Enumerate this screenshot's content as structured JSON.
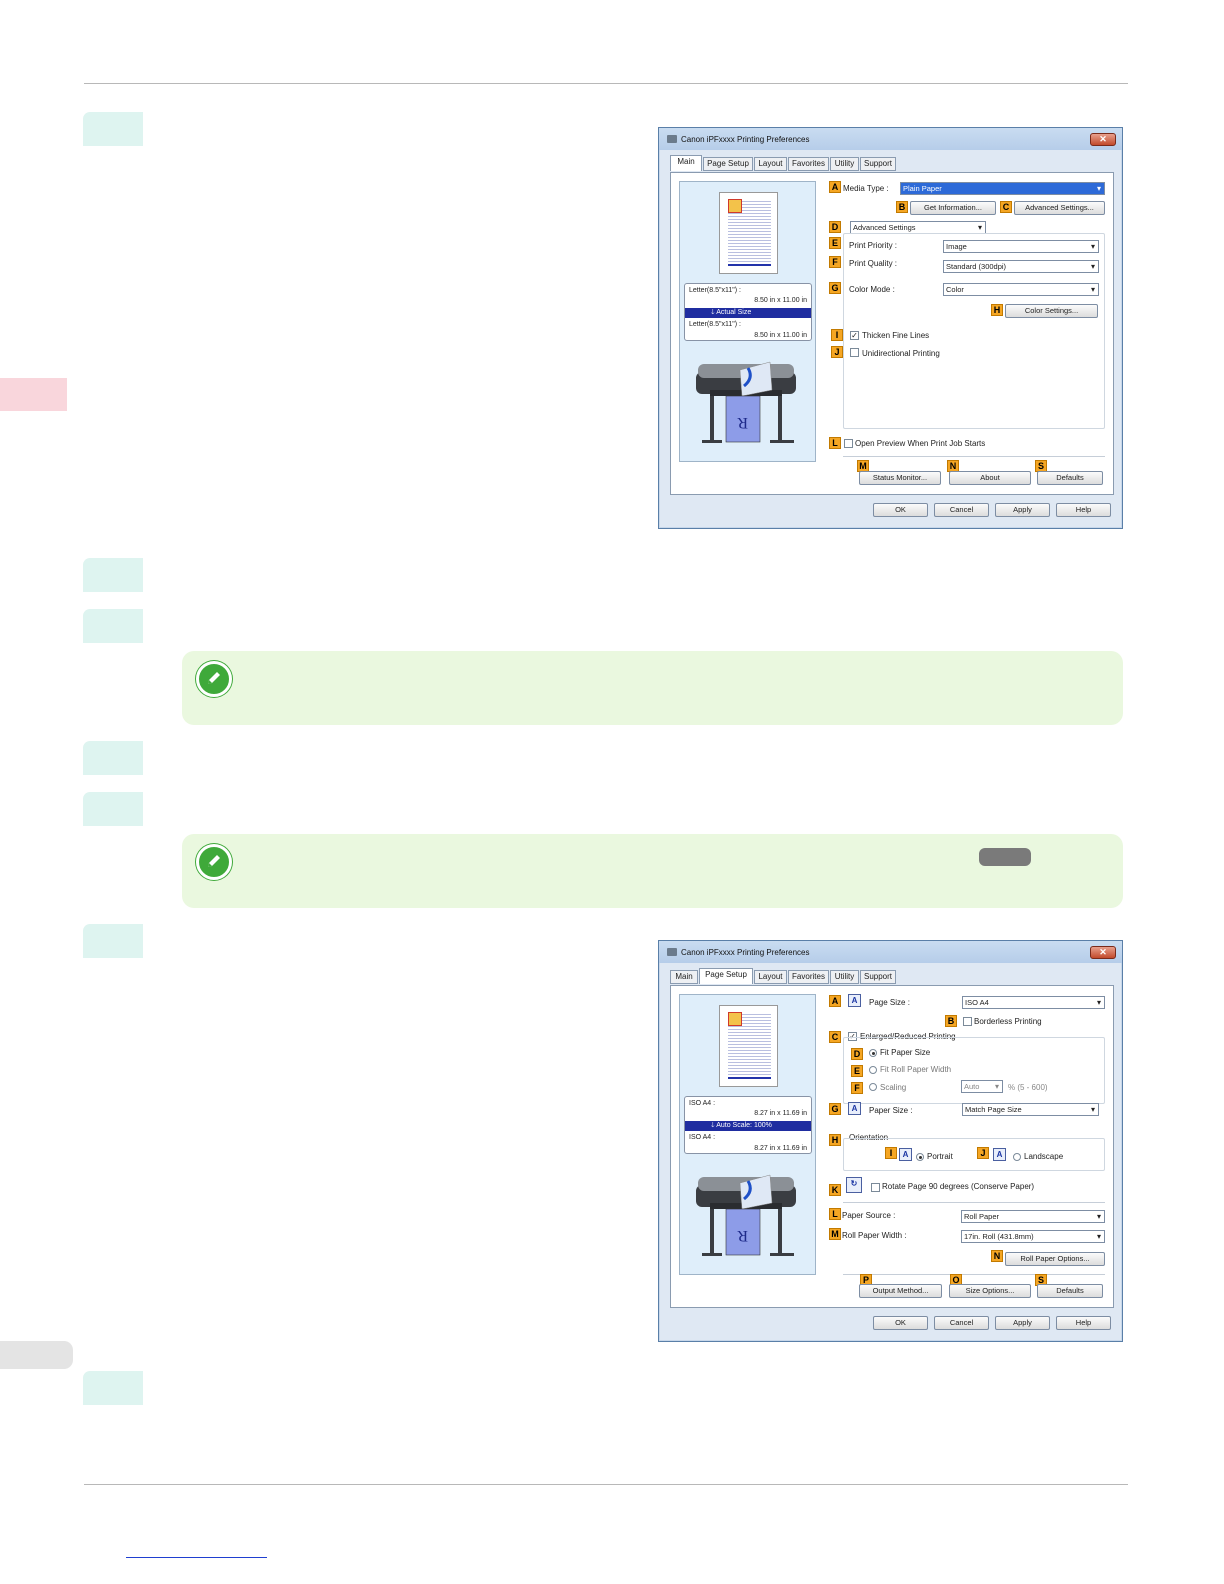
{
  "dialog1": {
    "title": "Canon iPFxxxx Printing Preferences",
    "tabs": [
      "Main",
      "Page Setup",
      "Layout",
      "Favorites",
      "Utility",
      "Support"
    ],
    "active_tab": "Main",
    "preview": {
      "size_top_name": "Letter(8.5\"x11\") :",
      "size_top_dims": "8.50 in x 11.00 in",
      "scale_label": "Actual Size",
      "size_bottom_name": "Letter(8.5\"x11\") :",
      "size_bottom_dims": "8.50 in x 11.00 in"
    },
    "labels": {
      "A": "A",
      "B": "B",
      "C": "C",
      "D": "D",
      "E": "E",
      "F": "F",
      "G": "G",
      "H": "H",
      "I": "I",
      "J": "J",
      "L": "L",
      "M": "M",
      "N": "N",
      "S": "S"
    },
    "media_type_label": "Media Type :",
    "media_type_value": "Plain Paper",
    "get_information_button": "Get Information...",
    "advanced_settings_button": "Advanced Settings...",
    "mode_dropdown": "Advanced Settings",
    "print_priority_label": "Print Priority :",
    "print_priority_value": "Image",
    "print_quality_label": "Print Quality :",
    "print_quality_value": "Standard (300dpi)",
    "color_mode_label": "Color Mode :",
    "color_mode_value": "Color",
    "color_settings_button": "Color Settings...",
    "thicken_fine_lines": "Thicken Fine Lines",
    "thicken_fine_lines_checked": true,
    "unidirectional_printing": "Unidirectional Printing",
    "unidirectional_printing_checked": false,
    "open_preview": "Open Preview When Print Job Starts",
    "status_monitor_button": "Status Monitor...",
    "about_button": "About",
    "defaults_button": "Defaults",
    "ok_button": "OK",
    "cancel_button": "Cancel",
    "apply_button": "Apply",
    "help_button": "Help"
  },
  "dialog2": {
    "title": "Canon iPFxxxx Printing Preferences",
    "tabs": [
      "Main",
      "Page Setup",
      "Layout",
      "Favorites",
      "Utility",
      "Support"
    ],
    "active_tab": "Page Setup",
    "preview": {
      "size_top_name": "ISO A4 :",
      "size_top_dims": "8.27 in x 11.69 in",
      "scale_label": "Auto Scale: 100%",
      "size_bottom_name": "ISO A4 :",
      "size_bottom_dims": "8.27 in x 11.69 in"
    },
    "labels": {
      "A": "A",
      "B": "B",
      "C": "C",
      "D": "D",
      "E": "E",
      "F": "F",
      "G": "G",
      "H": "H",
      "I": "I",
      "J": "J",
      "K": "K",
      "L": "L",
      "M": "M",
      "N": "N",
      "O": "O",
      "P": "P",
      "S": "S"
    },
    "page_size_label": "Page Size :",
    "page_size_value": "ISO A4",
    "borderless_printing": "Borderless Printing",
    "enlarged_reduced_printing": "Enlarged/Reduced Printing",
    "fit_paper_size": "Fit Paper Size",
    "fit_roll_paper_width": "Fit Roll Paper Width",
    "scaling": "Scaling",
    "scaling_value": "Auto",
    "scaling_range": "% (5 - 600)",
    "paper_size_label": "Paper Size :",
    "paper_size_value": "Match Page Size",
    "orientation_label": "Orientation",
    "portrait": "Portrait",
    "landscape": "Landscape",
    "rotate_page": "Rotate Page 90 degrees (Conserve Paper)",
    "paper_source_label": "Paper Source :",
    "paper_source_value": "Roll Paper",
    "roll_paper_width_label": "Roll Paper Width :",
    "roll_paper_width_value": "17in. Roll (431.8mm)",
    "roll_paper_options_button": "Roll Paper Options...",
    "output_method_button": "Output Method...",
    "size_options_button": "Size Options...",
    "defaults_button": "Defaults",
    "ok_button": "OK",
    "cancel_button": "Cancel",
    "apply_button": "Apply",
    "help_button": "Help"
  },
  "colors": {
    "step_box": "#def4f0",
    "note_bg": "#eaf8df",
    "note_icon": "#3fa93a",
    "side_tab": "#f9d6dc",
    "label_orange": "#f5a623"
  }
}
